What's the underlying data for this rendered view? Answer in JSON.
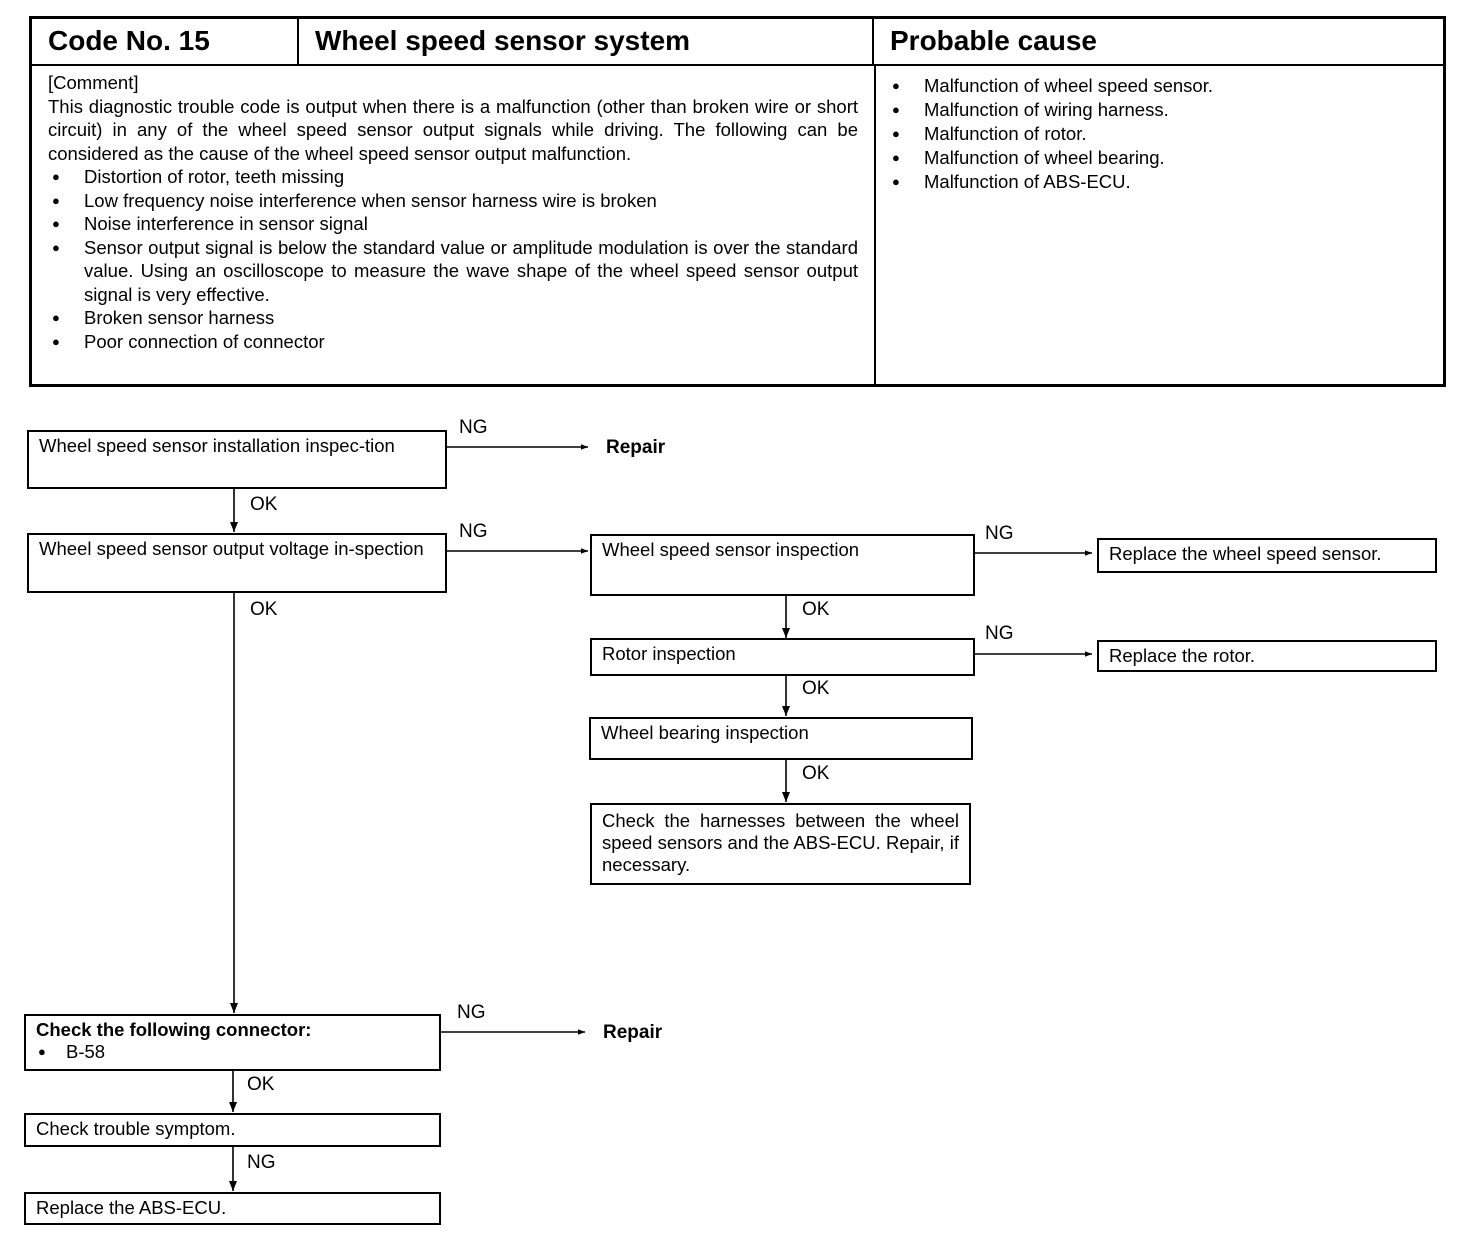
{
  "header": {
    "code": "Code No. 15",
    "system": "Wheel speed sensor system",
    "probable_cause_title": "Probable cause"
  },
  "comment": {
    "heading": "[Comment]",
    "text": "This diagnostic trouble code is output when there is a malfunction (other than broken wire or short circuit) in any of the wheel speed sensor output signals while driving. The following can be considered as the cause of the wheel speed sensor output malfunction.",
    "bullets": [
      "Distortion of rotor, teeth missing",
      "Low frequency noise interference when sensor harness wire is broken",
      "Noise interference in sensor signal",
      "Sensor output signal is below the standard value or amplitude modulation is over the standard value.  Using an oscilloscope to measure the wave shape of the wheel speed sensor output signal is very effective.",
      "Broken sensor harness",
      "Poor connection of connector"
    ]
  },
  "probable_causes": [
    "Malfunction of wheel speed sensor.",
    "Malfunction of wiring harness.",
    "Malfunction of rotor.",
    "Malfunction of wheel bearing.",
    "Malfunction of ABS-ECU."
  ],
  "flow": {
    "install_inspection": "Wheel speed sensor installation inspec-tion",
    "output_voltage_inspection": "Wheel speed sensor output voltage in-spection",
    "sensor_inspection": "Wheel speed sensor inspection",
    "replace_sensor": "Replace the wheel speed sensor.",
    "rotor_inspection": "Rotor inspection",
    "replace_rotor": "Replace the rotor.",
    "bearing_inspection": "Wheel bearing inspection",
    "check_harnesses": "Check the harnesses between the wheel speed sensors and the ABS-ECU. Repair, if necessary.",
    "check_connector": "Check the following connector:",
    "connector_item": "B-58",
    "check_symptom": "Check trouble symptom.",
    "replace_ecu": "Replace the ABS-ECU.",
    "repair": "Repair",
    "ok": "OK",
    "ng": "NG"
  }
}
